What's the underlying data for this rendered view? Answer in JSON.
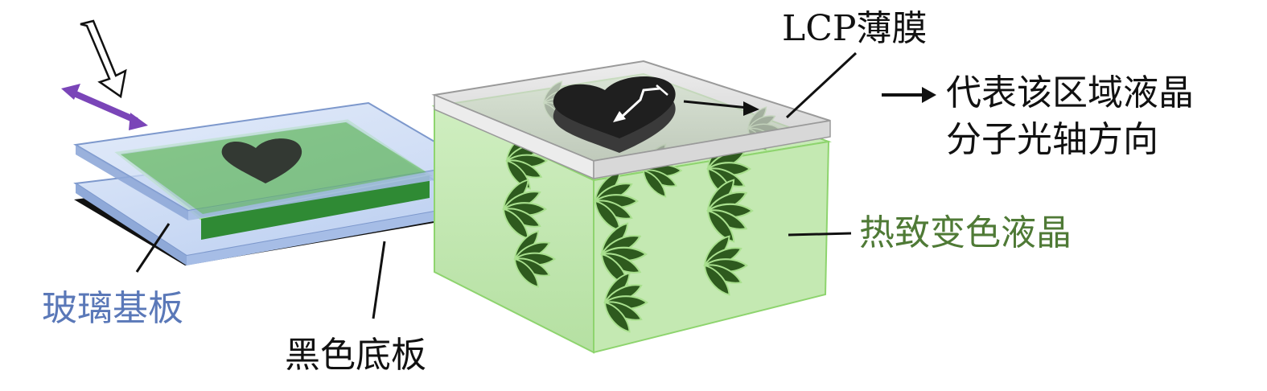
{
  "labels": {
    "lcp_film": "LCP薄膜",
    "optic_axis_line1": "代表该区域液晶",
    "optic_axis_line2": "分子光轴方向",
    "thermochromic_lc": "热致变色液晶",
    "glass_substrate": "玻璃基板",
    "black_base": "黑色底板"
  },
  "colors": {
    "glass": "#c8d8f4",
    "glass_edge": "#7d98cc",
    "lc_green": "#7fcf6a",
    "lc_dark": "#2e5a1e",
    "heart": "#2a2a2a",
    "purple_arrow": "#7a45b8",
    "green_text": "#4f7a36",
    "blue_text": "#5a78b8"
  }
}
